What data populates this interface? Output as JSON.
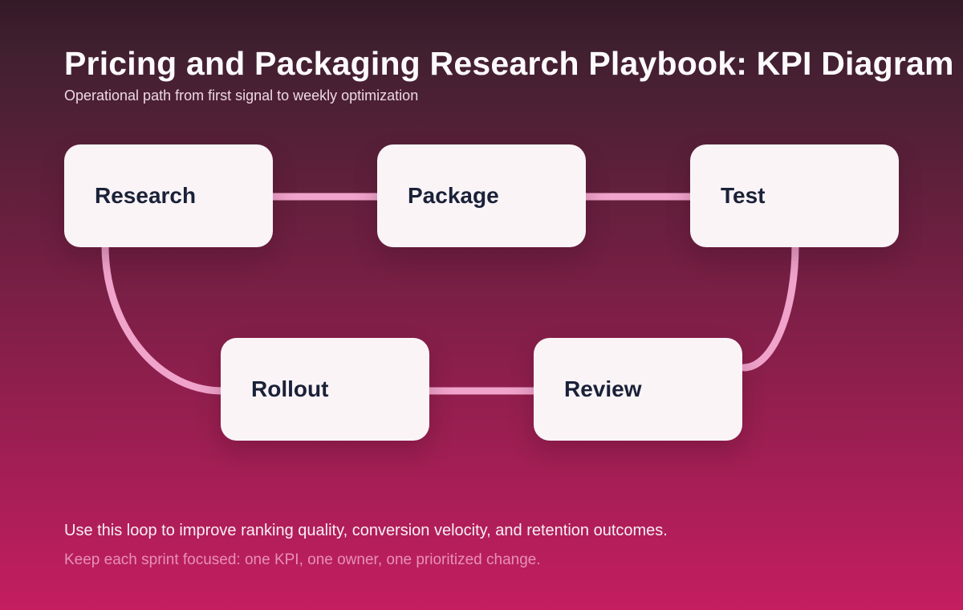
{
  "header": {
    "title": "Pricing and Packaging Research Playbook: KPI Diagram",
    "subtitle": "Operational path from first signal to weekly optimization"
  },
  "diagram": {
    "nodes": [
      {
        "id": "research",
        "label": "Research"
      },
      {
        "id": "package",
        "label": "Package"
      },
      {
        "id": "test",
        "label": "Test"
      },
      {
        "id": "rollout",
        "label": "Rollout"
      },
      {
        "id": "review",
        "label": "Review"
      }
    ],
    "edges": [
      {
        "from": "Research",
        "to": "Package"
      },
      {
        "from": "Package",
        "to": "Test"
      },
      {
        "from": "Test",
        "to": "Review"
      },
      {
        "from": "Review",
        "to": "Rollout"
      },
      {
        "from": "Rollout",
        "to": "Research"
      }
    ]
  },
  "footer": {
    "line1": "Use this loop to improve ranking quality, conversion velocity, and retention outcomes.",
    "line2": "Keep each sprint focused: one KPI, one owner, one prioritized change."
  },
  "colors": {
    "background_top": "#341927",
    "background_mid": "#402030",
    "background_bottom": "#c41e60",
    "node_background": "#faf4f7",
    "node_text": "#1a2138",
    "connector": "#f0a3cb",
    "title_text": "#fdfafc",
    "subtitle_text": "#eed9e6",
    "footer_primary": "#f9eff5",
    "footer_secondary": "#e78fbb"
  }
}
